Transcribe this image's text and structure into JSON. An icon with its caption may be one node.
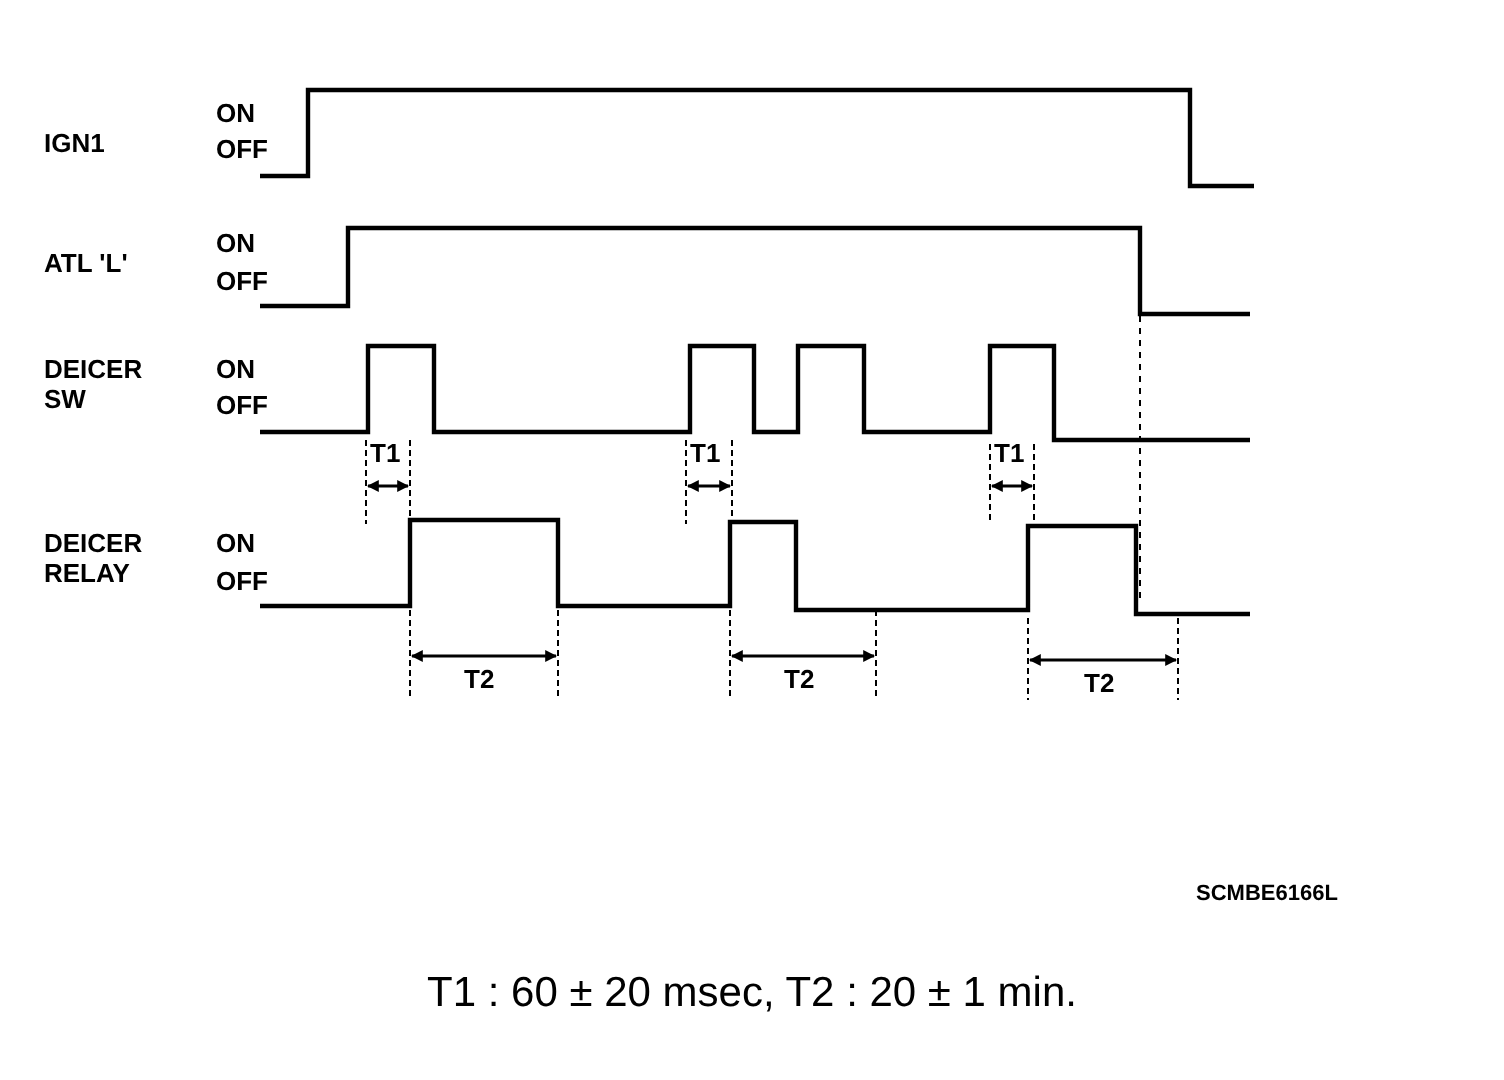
{
  "diagram": {
    "caption": "T1 : 60 ± 20 msec, T2 : 20 ± 1 min.",
    "labels": [
      "IGN1",
      "ON",
      "OFF",
      "ATL 'L'",
      "ON",
      "OFF",
      "DEICER SW",
      "ON",
      "OFF",
      "T1",
      "T1",
      "T1",
      "DEICER RELAY",
      "ON",
      "OFF",
      "T2",
      "T2",
      "T2",
      "SCMBE6166L"
    ]
  }
}
